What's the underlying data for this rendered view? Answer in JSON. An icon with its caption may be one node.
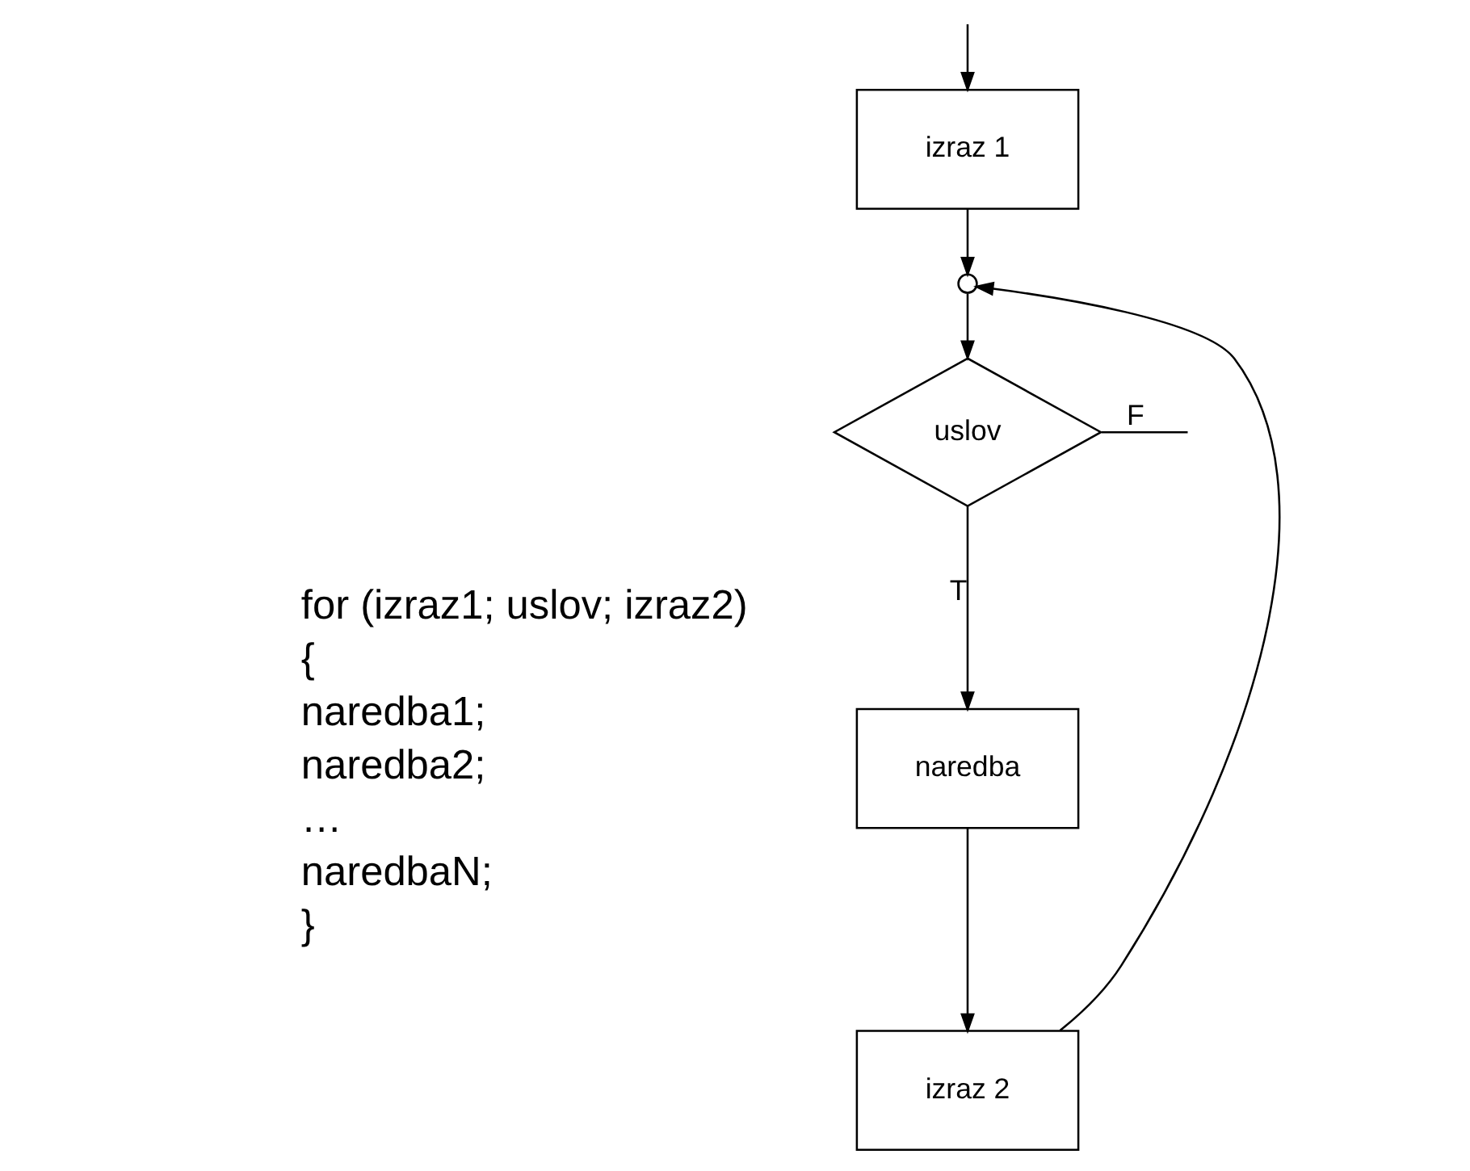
{
  "diagram": {
    "nodes": [
      {
        "text": [
          "izraz 1"
        ]
      },
      {
        "text": [],
        "shape": "circle"
      },
      {
        "text": [
          "uslov"
        ]
      },
      {
        "text": [
          "naredba"
        ]
      },
      {
        "text": [
          "izraz 2"
        ]
      }
    ],
    "edges": [
      {
        "from": null,
        "to": 0,
        "arrow": "to"
      },
      {
        "from": 0,
        "to": 1,
        "arrow": "to"
      },
      {
        "from": 1,
        "to": 2,
        "arrow": "to"
      },
      {
        "from": 2,
        "to": 3,
        "arrow": "to",
        "label": "T"
      },
      {
        "from": 3,
        "to": 4,
        "arrow": "to"
      },
      {
        "from": 4,
        "to": 1,
        "arrow": "to"
      },
      {
        "from": 2,
        "to": null,
        "arrow": "none",
        "label": "F"
      }
    ],
    "labels": [
      "for (izraz1; uslov; izraz2)",
      "{",
      "naredba1;",
      "naredba2;",
      "…",
      "naredbaN;",
      "}"
    ]
  }
}
